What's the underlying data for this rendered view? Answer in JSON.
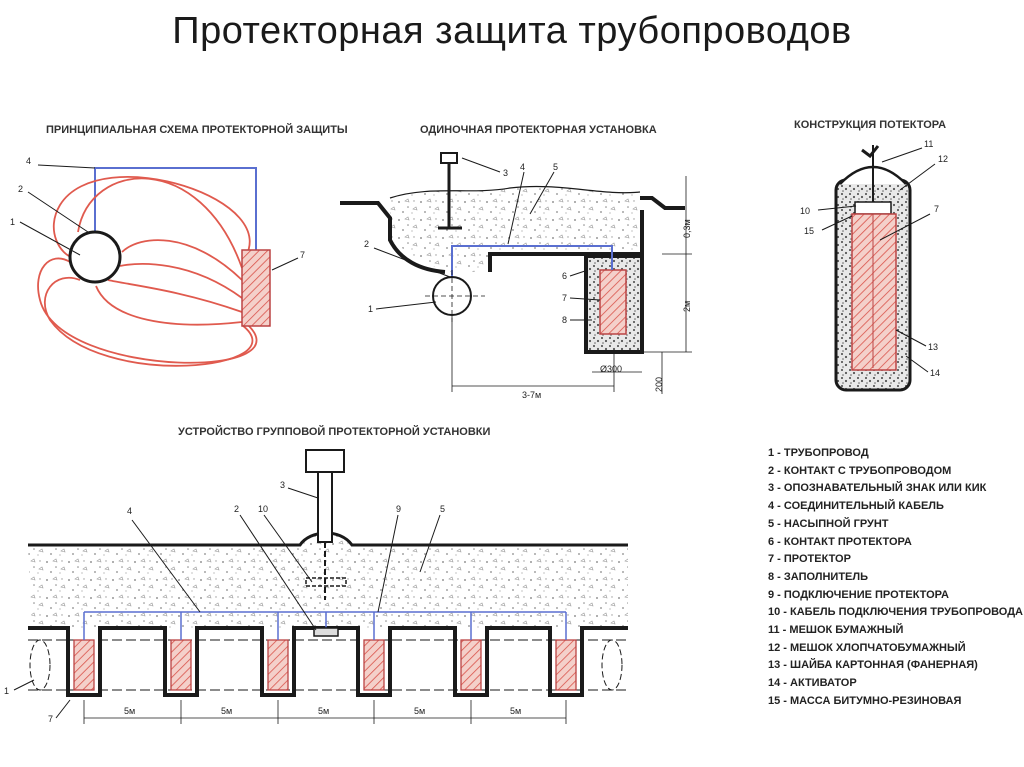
{
  "title": "Протекторная защита трубопроводов",
  "captions": {
    "principal": "ПРИНЦИПИАЛЬНАЯ СХЕМА ПРОТЕКТОРНОЙ ЗАЩИТЫ",
    "single": "ОДИНОЧНАЯ ПРОТЕКТОРНАЯ УСТАНОВКА",
    "construction": "КОНСТРУКЦИЯ ПОТЕКТОРА",
    "group": "УСТРОЙСТВО ГРУППОВОЙ ПРОТЕКТОРНОЙ УСТАНОВКИ"
  },
  "callouts": {
    "n1": "1",
    "n2": "2",
    "n3": "3",
    "n4": "4",
    "n5": "5",
    "n6": "6",
    "n7": "7",
    "n8": "8",
    "n9": "9",
    "n10": "10",
    "n11": "11",
    "n12": "12",
    "n13": "13",
    "n14": "14",
    "n15": "15"
  },
  "dimensions": {
    "depth": "0,3м",
    "height": "2м",
    "spacing": "3-7м",
    "diameter": "Ø300",
    "offset": "200",
    "step": "5м"
  },
  "legend": [
    "1 - ТРУБОПРОВОД",
    "2 - КОНТАКТ С ТРУБОПРОВОДОМ",
    "3 - ОПОЗНАВАТЕЛЬНЫЙ ЗНАК ИЛИ КИК",
    "4 - СОЕДИНИТЕЛЬНЫЙ КАБЕЛЬ",
    "5 - НАСЫПНОЙ ГРУНТ",
    "6 - КОНТАКТ ПРОТЕКТОРА",
    "7 - ПРОТЕКТОР",
    "8 - ЗАПОЛНИТЕЛЬ",
    "9 - ПОДКЛЮЧЕНИЕ ПРОТЕКТОРА",
    "10 - КАБЕЛЬ ПОДКЛЮЧЕНИЯ ТРУБОПРОВОДА",
    "11 - МЕШОК БУМАЖНЫЙ",
    "12 - МЕШОК ХЛОПЧАТОБУМАЖНЫЙ",
    "13 - ШАЙБА КАРТОННАЯ (ФАНЕРНАЯ)",
    "14 - АКТИВАТОР",
    "15 - МАССА БИТУМНО-РЕЗИНОВАЯ"
  ],
  "colors": {
    "current_lines": "#e05a4e",
    "cable": "#5a6fd0",
    "protector_fill": "#f2c9c2",
    "ink": "#1a1a1a"
  }
}
